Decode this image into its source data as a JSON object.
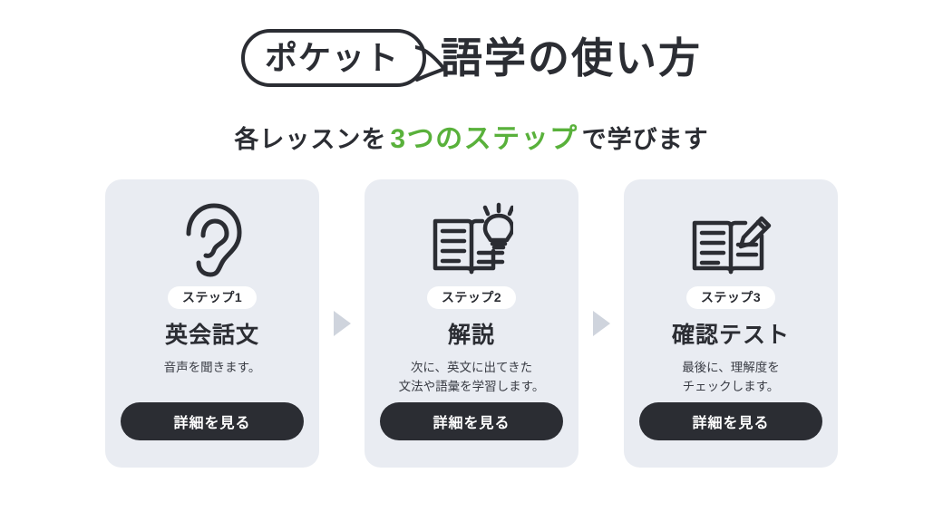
{
  "header": {
    "bubble_label": "ポケット",
    "title": "語学の使い方",
    "subtitle_pre": "各レッスンを",
    "subtitle_accent": "3つのステップ",
    "subtitle_post": "で学びます",
    "accent_color": "#59b13b",
    "text_color": "#2b2d33"
  },
  "steps": [
    {
      "icon": "ear-icon",
      "badge": "ステップ1",
      "title": "英会話文",
      "desc_lines": [
        "音声を聞きます。"
      ],
      "button_label": "詳細を見る"
    },
    {
      "icon": "book-lightbulb-icon",
      "badge": "ステップ2",
      "title": "解説",
      "desc_lines": [
        "次に、英文に出てきた",
        "文法や語彙を学習します。"
      ],
      "button_label": "詳細を見る"
    },
    {
      "icon": "book-pencil-icon",
      "badge": "ステップ3",
      "title": "確認テスト",
      "desc_lines": [
        "最後に、理解度を",
        "チェックします。"
      ],
      "button_label": "詳細を見る"
    }
  ],
  "separators": [
    {
      "icon": "arrow-right-icon"
    },
    {
      "icon": "arrow-right-icon"
    }
  ],
  "theme": {
    "page_background": "#ffffff",
    "card_background": "#e9ecf2",
    "badge_background": "#ffffff",
    "button_background": "#2b2d33",
    "button_text": "#ffffff",
    "arrow_color": "#cfd4dd"
  }
}
